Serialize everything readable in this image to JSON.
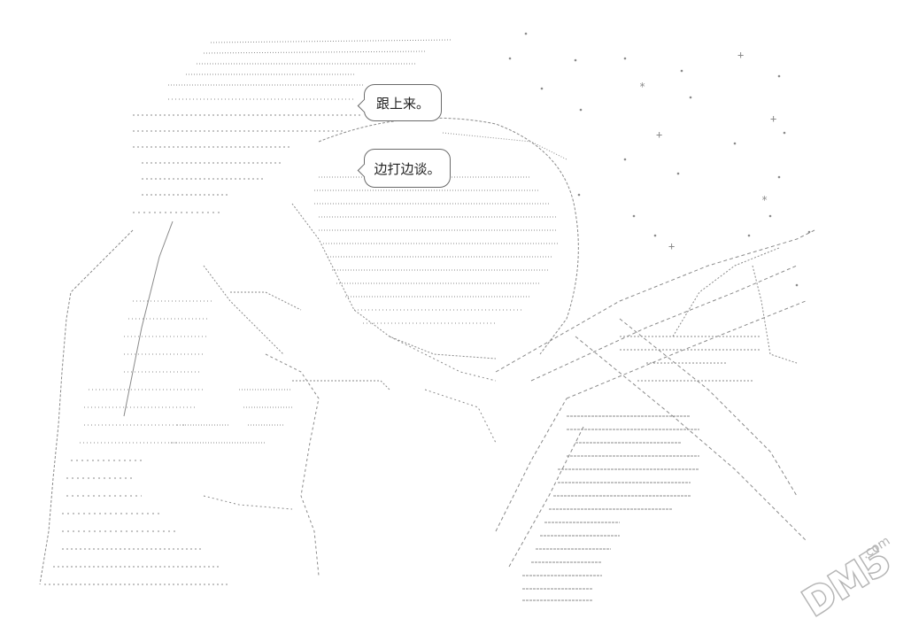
{
  "speech": {
    "line1": "跟上来。",
    "line2": "边打边谈。"
  },
  "watermark": {
    "brand": "DM5",
    "domain": ".com"
  },
  "colors": {
    "ink": "#8a8a8a",
    "watermark": "#b5b5b5",
    "bubble_border": "#6a6a6a",
    "background": "#ffffff"
  }
}
